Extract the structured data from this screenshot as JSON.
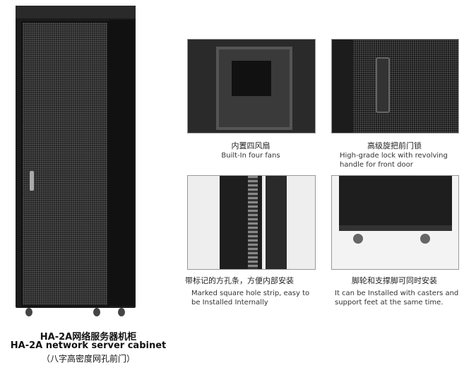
{
  "product": {
    "title_zh": "HA-2A网络服务器机柜",
    "title_en": "HA-2A network server cabinet",
    "subtitle_zh": "（八字高密度网孔前门）"
  },
  "features": [
    {
      "zh": "内置四风扇",
      "en": "Built-In four fans"
    },
    {
      "zh": "高级旋把前门锁",
      "en": "High-grade lock with revolving handle for front door"
    },
    {
      "zh": "带标记的方孔条，方便内部安装",
      "en": "Marked square hole strip, easy to be Installed Internally"
    },
    {
      "zh": "脚轮和支撑脚可同时安装",
      "en": "It can be Installed with casters and support feet at the same time."
    }
  ]
}
